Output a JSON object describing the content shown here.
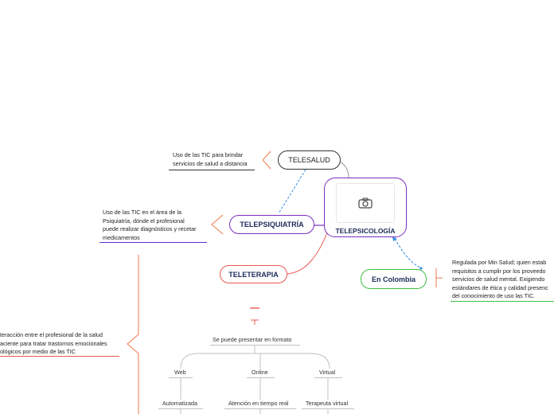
{
  "colors": {
    "central": "#7a2fbf",
    "telesalud": "#333333",
    "telepsiquiatria": "#7a2fbf",
    "teleterapia": "#e85a4f",
    "colombia": "#3fbf3f",
    "note_underline_purple": "#5a2fd0",
    "note_underline_green": "#3fbf3f",
    "dashed_link": "#3b8fe0",
    "bracket": "#f07a4a",
    "subtree_line": "#c0c0c0"
  },
  "central": {
    "label": "TELEPSICOLOGÍA",
    "image_icon": "camera-icon"
  },
  "topics": {
    "telesalud": {
      "label": "TELESALUD"
    },
    "telepsiquiatria": {
      "label": "TELEPSIQUIATRÍA"
    },
    "teleterapia": {
      "label": "TELETERAPIA"
    },
    "colombia": {
      "label": "En Colombia"
    }
  },
  "notes": {
    "telesalud": [
      "Uso de las TIC para brindar",
      "servicios de salud a distancia"
    ],
    "telepsiquiatria": [
      "Uso de las TIC en el área de la",
      "Psiquiatría, dónde el profesional",
      "puede realizar diagnósticos y recetar",
      "medicamentos"
    ],
    "teleterapia": [
      "teracción entre el profesional de la salud",
      "aciente para tratar trastornos emocionales",
      "ológicos por medio de las TIC"
    ],
    "colombia": [
      "Regulada por Min Salud;  quien estab",
      "requisitos a cumplir por los proveedo",
      "servicios de salud mental. Exigiendo",
      "estándares de ética y calidad presenc",
      "del conocimiento de uso las TIC."
    ]
  },
  "subtree": {
    "format_label": "Se puede presentar en formato",
    "branches": [
      {
        "label": "Web",
        "child": "Automatizada"
      },
      {
        "label": "Online",
        "child": "Atención en tiempo real"
      },
      {
        "label": "Virtual",
        "child": "Terapeuta virtual"
      }
    ]
  }
}
